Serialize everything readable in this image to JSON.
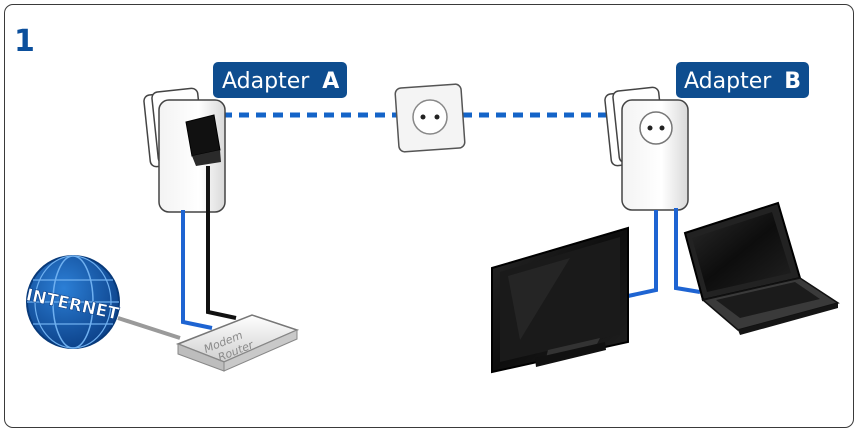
{
  "step_number": "1",
  "adapter_a": {
    "name": "Adapter",
    "letter": "A"
  },
  "adapter_b": {
    "name": "Adapter",
    "letter": "B"
  },
  "internet_label": "INTERNET",
  "router_label": {
    "line1": "Modem",
    "line2": "Router"
  },
  "colors": {
    "accent_blue": "#0b4f9c",
    "powerline_blue": "#1464c8",
    "cable_blue": "#1e64d2",
    "cable_black": "#111111",
    "tag_bg": "#0e4d8f"
  }
}
